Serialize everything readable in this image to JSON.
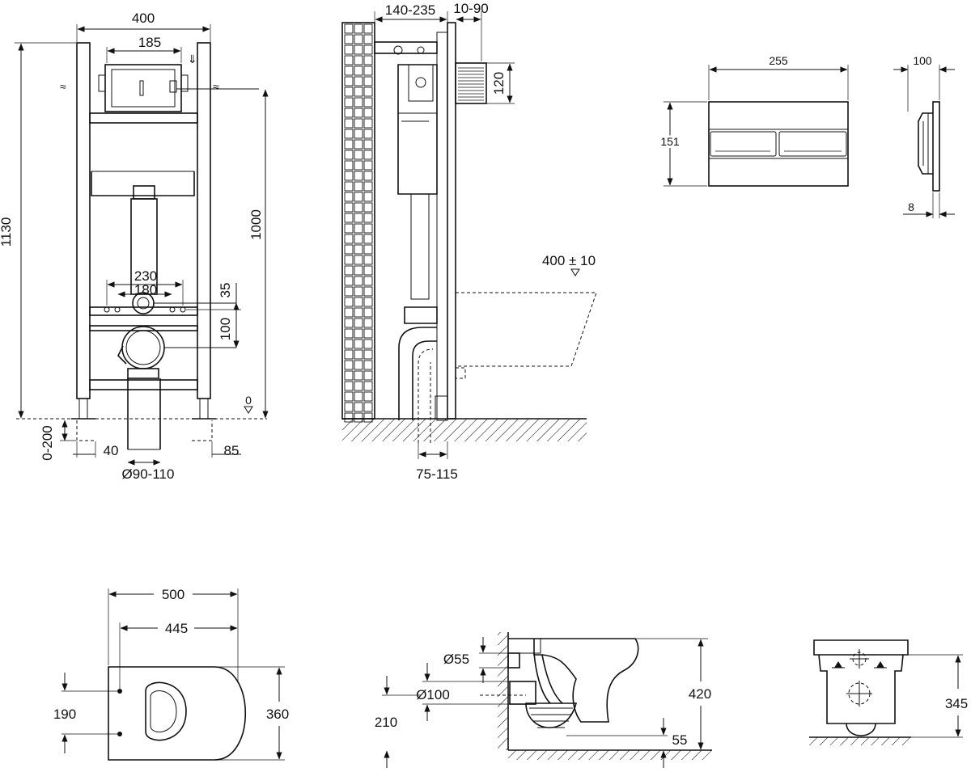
{
  "frame_front": {
    "width": "400",
    "inner_width": "185",
    "total_height": "1130",
    "height_1000": "1000",
    "bolt_outer": "230",
    "bolt_inner": "180",
    "offset_35": "35",
    "offset_100": "100",
    "leg_range": "0-200",
    "leg_40": "40",
    "leg_85": "85",
    "pipe_diameter": "Ø90-110",
    "floor_level": "0"
  },
  "frame_side": {
    "depth_range": "140-235",
    "wall_range": "10-90",
    "button_height": "120",
    "outlet_range": "75-115",
    "bowl_height": "400 ± 10"
  },
  "flush_plate": {
    "width": "255",
    "height": "151",
    "depth": "100",
    "thickness": "8"
  },
  "toilet": {
    "length": "500",
    "inner_length": "445",
    "width": "360",
    "bolt_spacing": "190",
    "inlet_diameter": "Ø55",
    "outlet_diameter": "Ø100",
    "height": "420",
    "outlet_height": "210",
    "bottom_gap": "55",
    "rear_height": "345"
  }
}
